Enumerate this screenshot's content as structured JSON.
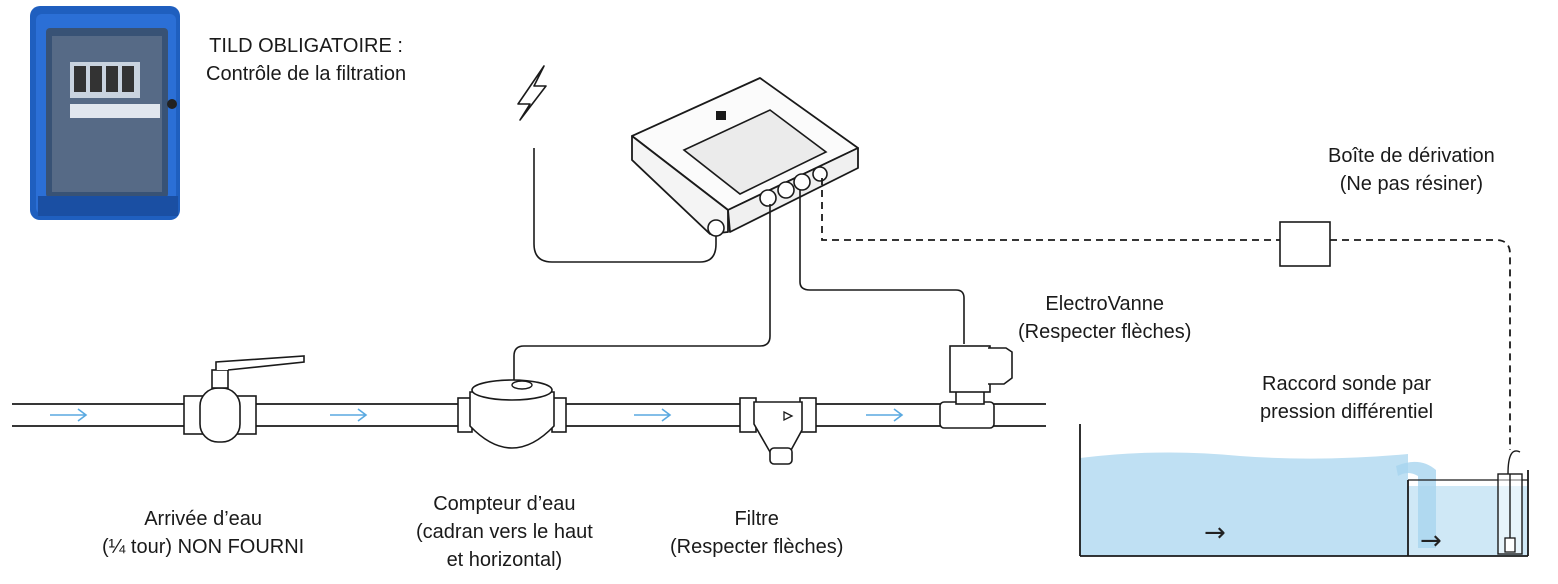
{
  "labels": {
    "tild": {
      "line1": "TILD OBLIGATOIRE :",
      "line2": "Contrôle de la filtration"
    },
    "junction_box": {
      "line1": "Boîte de dérivation",
      "line2": "(Ne pas résiner)"
    },
    "electrovalve": {
      "line1": "ElectroVanne",
      "line2": "(Respecter flèches)"
    },
    "pressure_probe": {
      "line1": "Raccord sonde par",
      "line2": "pression différentiel"
    },
    "water_inlet": {
      "line1": "Arrivée d’eau",
      "line2": "(¼ tour) NON FOURNI"
    },
    "water_meter": {
      "line1": "Compteur d’eau",
      "line2": "(cadran vers le haut",
      "line3": "et horizontal)"
    },
    "filter": {
      "line1": "Filtre",
      "line2": "(Respecter flèches)"
    }
  },
  "flow_arrow_glyph": "→",
  "icons": {
    "power": "lightning-icon",
    "tild_cabinet": "electrical-cabinet-icon",
    "controller": "controller-box-icon"
  },
  "colors": {
    "cabinet_blue": "#1f5fbf",
    "water_blue": "#bfe0f3",
    "flow_arrow": "#5aa9e0",
    "line": "#1a1a1a"
  }
}
